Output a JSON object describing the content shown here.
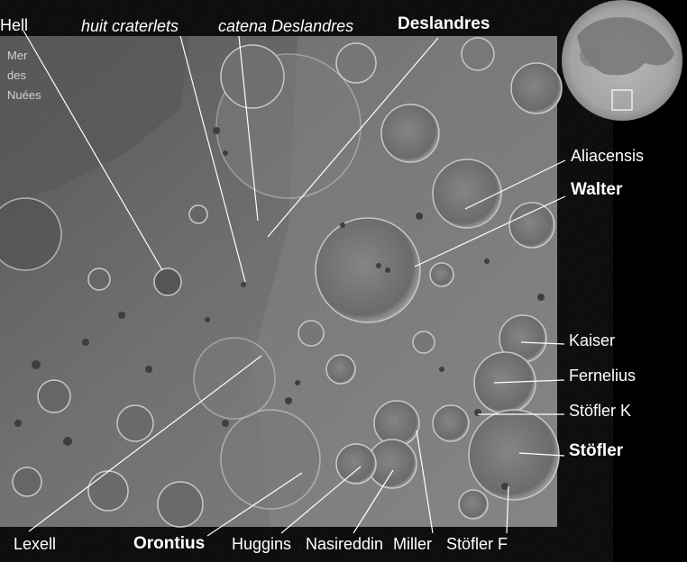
{
  "labels": {
    "hell": "Hell",
    "mer_des_nuees_1": "Mer",
    "mer_des_nuees_2": "des",
    "mer_des_nuees_3": "Nuées",
    "huit_craterlets": "huit craterlets",
    "catena_deslandres": "catena Deslandres",
    "deslandres": "Deslandres",
    "aliacensis": "Aliacensis",
    "walter": "Walter",
    "kaiser": "Kaiser",
    "fernelius": "Fernelius",
    "stofler_k": "Stöfler K",
    "stofler": "Stöfler",
    "lexell": "Lexell",
    "orontius": "Orontius",
    "huggins": "Huggins",
    "nasireddin": "Nasireddin",
    "miller": "Miller",
    "stofler_f": "Stöfler F"
  },
  "colors": {
    "background": "#000000",
    "label_text": "#ffffff",
    "leader_line": "#ffffff",
    "surface_mid": "#7a7a7a",
    "mare_dark": "#5a5a5a"
  }
}
